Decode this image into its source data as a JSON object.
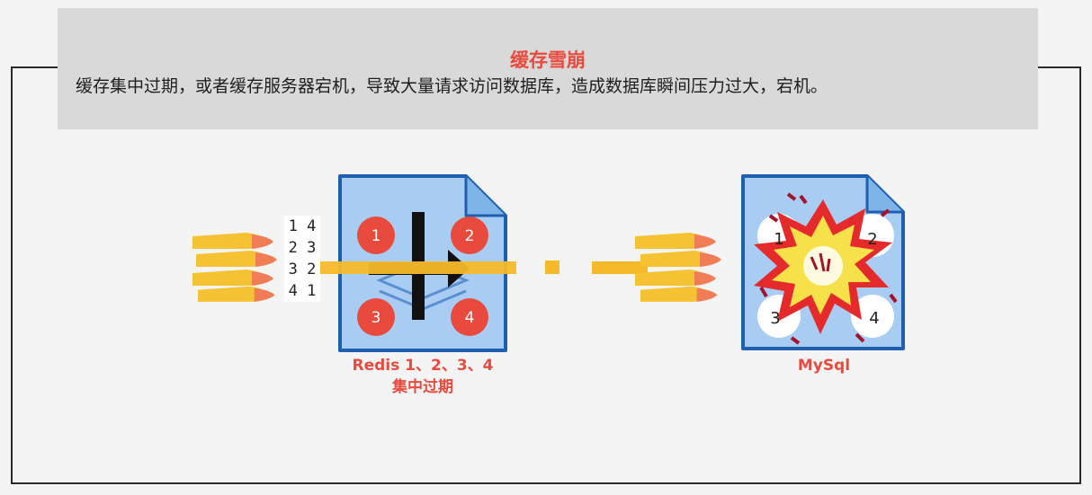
{
  "header": {
    "title": "缓存雪崩",
    "description": "缓存集中过期，或者缓存服务器宕机，导致大量请求访问数据库，造成数据库瞬间压力过大，宕机。"
  },
  "request_keys": [
    "1 4",
    "2 3",
    "3 2",
    "4 1"
  ],
  "redis": {
    "keys": [
      "1",
      "2",
      "3",
      "4"
    ],
    "label_line1": "Redis 1、2、3、4",
    "label_line2": "集中过期"
  },
  "mysql": {
    "keys": [
      "1",
      "2",
      "3",
      "4"
    ],
    "label": "MySql"
  },
  "colors": {
    "accent_red": "#e94a3e",
    "arrow_yellow": "#f5b92a",
    "card_blue": "#a9cdf2",
    "card_border": "#1f5fb0",
    "explosion_yellow": "#f7e14a"
  }
}
